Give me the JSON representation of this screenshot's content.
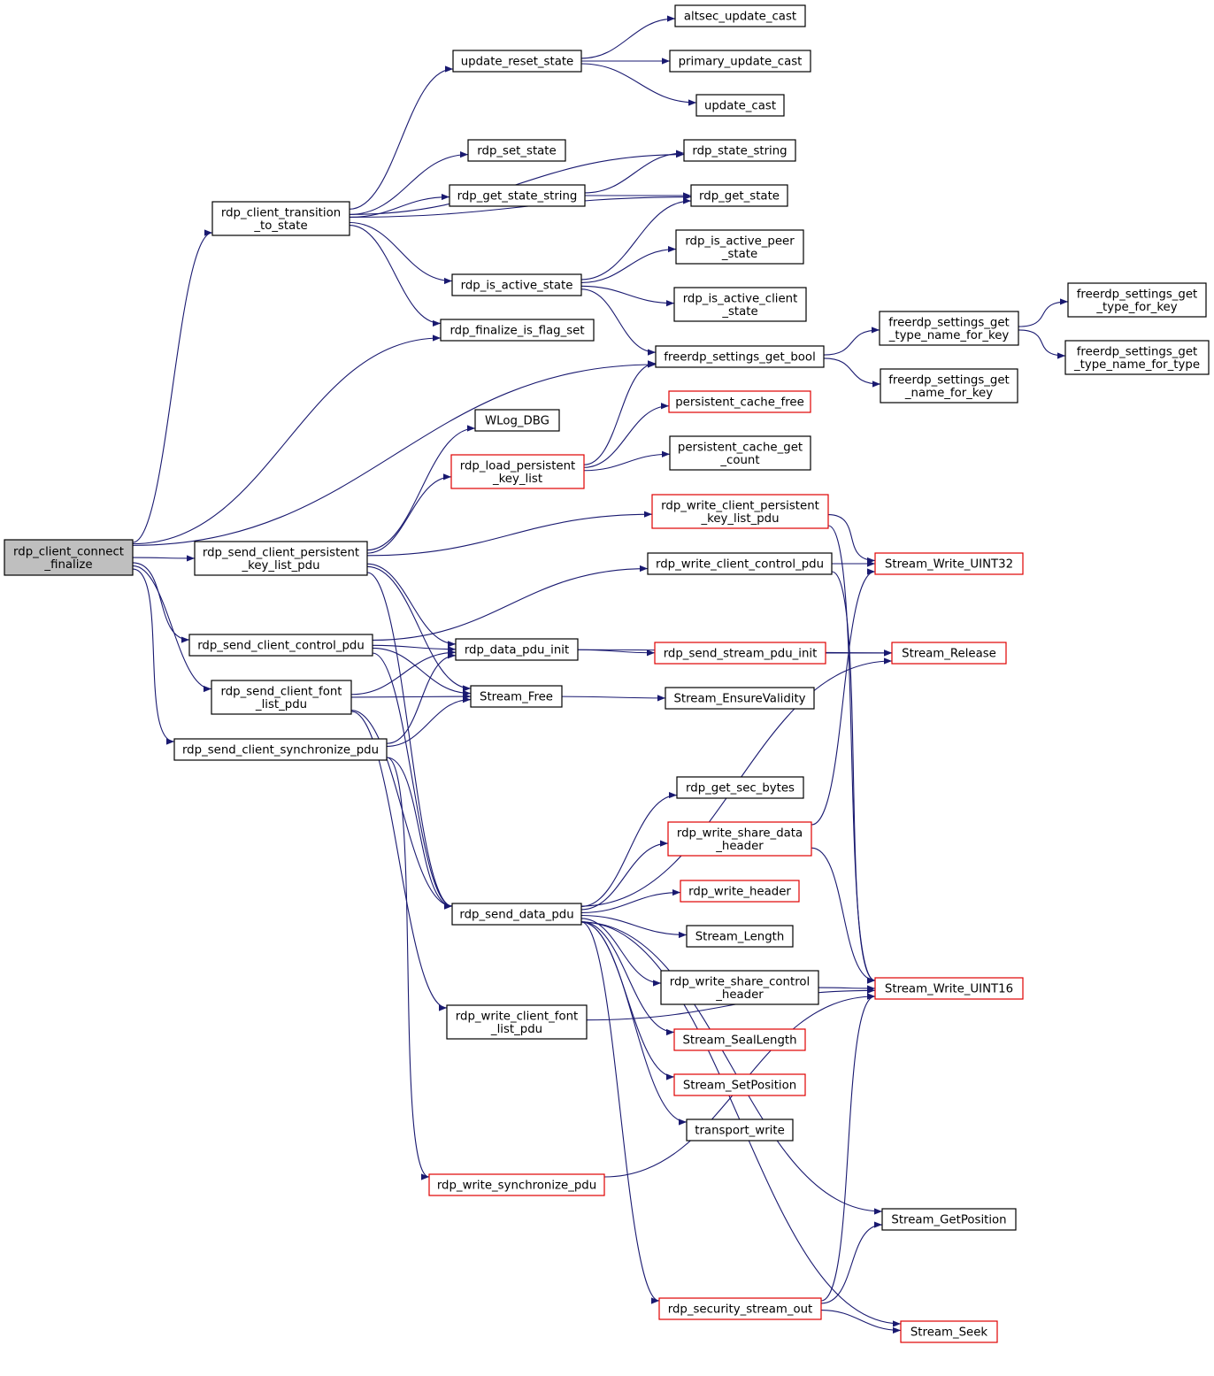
{
  "nodes": [
    {
      "id": "root",
      "lines": [
        "rdp_client_connect",
        "_finalize"
      ],
      "kind": "root"
    },
    {
      "id": "transition",
      "lines": [
        "rdp_client_transition",
        "_to_state"
      ],
      "kind": "normal"
    },
    {
      "id": "send_pkl",
      "lines": [
        "rdp_send_client_persistent",
        "_key_list_pdu"
      ],
      "kind": "normal"
    },
    {
      "id": "send_ctrl",
      "lines": [
        "rdp_send_client_control_pdu"
      ],
      "kind": "normal"
    },
    {
      "id": "send_font",
      "lines": [
        "rdp_send_client_font",
        "_list_pdu"
      ],
      "kind": "normal"
    },
    {
      "id": "send_sync",
      "lines": [
        "rdp_send_client_synchronize_pdu"
      ],
      "kind": "normal"
    },
    {
      "id": "update_reset",
      "lines": [
        "update_reset_state"
      ],
      "kind": "normal"
    },
    {
      "id": "set_state",
      "lines": [
        "rdp_set_state"
      ],
      "kind": "normal"
    },
    {
      "id": "get_state_string",
      "lines": [
        "rdp_get_state_string"
      ],
      "kind": "normal"
    },
    {
      "id": "is_active_state",
      "lines": [
        "rdp_is_active_state"
      ],
      "kind": "normal"
    },
    {
      "id": "finalize_flag",
      "lines": [
        "rdp_finalize_is_flag_set"
      ],
      "kind": "normal"
    },
    {
      "id": "wlog",
      "lines": [
        "WLog_DBG"
      ],
      "kind": "normal"
    },
    {
      "id": "load_pkl",
      "lines": [
        "rdp_load_persistent",
        "_key_list"
      ],
      "kind": "red"
    },
    {
      "id": "data_pdu_init",
      "lines": [
        "rdp_data_pdu_init"
      ],
      "kind": "normal"
    },
    {
      "id": "stream_free",
      "lines": [
        "Stream_Free"
      ],
      "kind": "normal"
    },
    {
      "id": "send_data_pdu",
      "lines": [
        "rdp_send_data_pdu"
      ],
      "kind": "normal"
    },
    {
      "id": "write_font",
      "lines": [
        "rdp_write_client_font",
        "_list_pdu"
      ],
      "kind": "normal"
    },
    {
      "id": "write_sync",
      "lines": [
        "rdp_write_synchronize_pdu"
      ],
      "kind": "red"
    },
    {
      "id": "altsec",
      "lines": [
        "altsec_update_cast"
      ],
      "kind": "normal"
    },
    {
      "id": "primary",
      "lines": [
        "primary_update_cast"
      ],
      "kind": "normal"
    },
    {
      "id": "update_cast",
      "lines": [
        "update_cast"
      ],
      "kind": "normal"
    },
    {
      "id": "state_string",
      "lines": [
        "rdp_state_string"
      ],
      "kind": "normal"
    },
    {
      "id": "get_state",
      "lines": [
        "rdp_get_state"
      ],
      "kind": "normal"
    },
    {
      "id": "active_peer",
      "lines": [
        "rdp_is_active_peer",
        "_state"
      ],
      "kind": "normal"
    },
    {
      "id": "active_client",
      "lines": [
        "rdp_is_active_client",
        "_state"
      ],
      "kind": "normal"
    },
    {
      "id": "settings_bool",
      "lines": [
        "freerdp_settings_get_bool"
      ],
      "kind": "normal"
    },
    {
      "id": "pcache_free",
      "lines": [
        "persistent_cache_free"
      ],
      "kind": "red"
    },
    {
      "id": "pcache_count",
      "lines": [
        "persistent_cache_get",
        "_count"
      ],
      "kind": "normal"
    },
    {
      "id": "write_pkl",
      "lines": [
        "rdp_write_client_persistent",
        "_key_list_pdu"
      ],
      "kind": "red"
    },
    {
      "id": "write_ctrl",
      "lines": [
        "rdp_write_client_control_pdu"
      ],
      "kind": "normal"
    },
    {
      "id": "send_stream_init",
      "lines": [
        "rdp_send_stream_pdu_init"
      ],
      "kind": "red"
    },
    {
      "id": "ensure_valid",
      "lines": [
        "Stream_EnsureValidity"
      ],
      "kind": "normal"
    },
    {
      "id": "sec_bytes",
      "lines": [
        "rdp_get_sec_bytes"
      ],
      "kind": "normal"
    },
    {
      "id": "share_data_hdr",
      "lines": [
        "rdp_write_share_data",
        "_header"
      ],
      "kind": "red"
    },
    {
      "id": "write_header",
      "lines": [
        "rdp_write_header"
      ],
      "kind": "red"
    },
    {
      "id": "stream_length",
      "lines": [
        "Stream_Length"
      ],
      "kind": "normal"
    },
    {
      "id": "share_ctrl_hdr",
      "lines": [
        "rdp_write_share_control",
        "_header"
      ],
      "kind": "normal"
    },
    {
      "id": "seal_length",
      "lines": [
        "Stream_SealLength"
      ],
      "kind": "red"
    },
    {
      "id": "set_position",
      "lines": [
        "Stream_SetPosition"
      ],
      "kind": "red"
    },
    {
      "id": "transport_write",
      "lines": [
        "transport_write"
      ],
      "kind": "normal"
    },
    {
      "id": "sec_stream_out",
      "lines": [
        "rdp_security_stream_out"
      ],
      "kind": "red"
    },
    {
      "id": "type_name_key",
      "lines": [
        "freerdp_settings_get",
        "_type_name_for_key"
      ],
      "kind": "normal"
    },
    {
      "id": "name_for_key",
      "lines": [
        "freerdp_settings_get",
        "_name_for_key"
      ],
      "kind": "normal"
    },
    {
      "id": "uint32",
      "lines": [
        "Stream_Write_UINT32"
      ],
      "kind": "red"
    },
    {
      "id": "release",
      "lines": [
        "Stream_Release"
      ],
      "kind": "red"
    },
    {
      "id": "uint16",
      "lines": [
        "Stream_Write_UINT16"
      ],
      "kind": "red"
    },
    {
      "id": "get_position",
      "lines": [
        "Stream_GetPosition"
      ],
      "kind": "normal"
    },
    {
      "id": "seek",
      "lines": [
        "Stream_Seek"
      ],
      "kind": "red"
    },
    {
      "id": "type_for_key",
      "lines": [
        "freerdp_settings_get",
        "_type_for_key"
      ],
      "kind": "normal"
    },
    {
      "id": "type_name_type",
      "lines": [
        "freerdp_settings_get",
        "_type_name_for_type"
      ],
      "kind": "normal"
    }
  ],
  "edges": [
    [
      "root",
      "transition"
    ],
    [
      "root",
      "send_pkl"
    ],
    [
      "root",
      "send_ctrl"
    ],
    [
      "root",
      "send_font"
    ],
    [
      "root",
      "send_sync"
    ],
    [
      "root",
      "finalize_flag"
    ],
    [
      "root",
      "settings_bool"
    ],
    [
      "transition",
      "update_reset"
    ],
    [
      "transition",
      "set_state"
    ],
    [
      "transition",
      "get_state_string"
    ],
    [
      "transition",
      "state_string"
    ],
    [
      "transition",
      "get_state"
    ],
    [
      "transition",
      "is_active_state"
    ],
    [
      "transition",
      "finalize_flag"
    ],
    [
      "update_reset",
      "altsec"
    ],
    [
      "update_reset",
      "primary"
    ],
    [
      "update_reset",
      "update_cast"
    ],
    [
      "get_state_string",
      "state_string"
    ],
    [
      "get_state_string",
      "get_state"
    ],
    [
      "is_active_state",
      "get_state"
    ],
    [
      "is_active_state",
      "active_peer"
    ],
    [
      "is_active_state",
      "active_client"
    ],
    [
      "is_active_state",
      "settings_bool"
    ],
    [
      "settings_bool",
      "type_name_key"
    ],
    [
      "settings_bool",
      "name_for_key"
    ],
    [
      "type_name_key",
      "type_for_key"
    ],
    [
      "type_name_key",
      "type_name_type"
    ],
    [
      "send_pkl",
      "wlog"
    ],
    [
      "send_pkl",
      "load_pkl"
    ],
    [
      "send_pkl",
      "write_pkl"
    ],
    [
      "send_pkl",
      "data_pdu_init"
    ],
    [
      "send_pkl",
      "send_data_pdu"
    ],
    [
      "send_pkl",
      "stream_free"
    ],
    [
      "load_pkl",
      "settings_bool"
    ],
    [
      "load_pkl",
      "pcache_free"
    ],
    [
      "load_pkl",
      "pcache_count"
    ],
    [
      "write_pkl",
      "uint32"
    ],
    [
      "write_pkl",
      "uint16"
    ],
    [
      "send_ctrl",
      "write_ctrl"
    ],
    [
      "send_ctrl",
      "data_pdu_init"
    ],
    [
      "send_ctrl",
      "stream_free"
    ],
    [
      "send_ctrl",
      "send_data_pdu"
    ],
    [
      "write_ctrl",
      "uint32"
    ],
    [
      "write_ctrl",
      "uint16"
    ],
    [
      "send_font",
      "data_pdu_init"
    ],
    [
      "send_font",
      "stream_free"
    ],
    [
      "send_font",
      "send_data_pdu"
    ],
    [
      "send_font",
      "write_font"
    ],
    [
      "send_sync",
      "data_pdu_init"
    ],
    [
      "send_sync",
      "stream_free"
    ],
    [
      "send_sync",
      "send_data_pdu"
    ],
    [
      "send_sync",
      "write_sync"
    ],
    [
      "data_pdu_init",
      "send_stream_init"
    ],
    [
      "data_pdu_init",
      "release"
    ],
    [
      "send_stream_init",
      "release"
    ],
    [
      "stream_free",
      "ensure_valid"
    ],
    [
      "send_data_pdu",
      "release"
    ],
    [
      "send_data_pdu",
      "sec_bytes"
    ],
    [
      "send_data_pdu",
      "share_data_hdr"
    ],
    [
      "send_data_pdu",
      "write_header"
    ],
    [
      "send_data_pdu",
      "stream_length"
    ],
    [
      "send_data_pdu",
      "share_ctrl_hdr"
    ],
    [
      "send_data_pdu",
      "seal_length"
    ],
    [
      "send_data_pdu",
      "set_position"
    ],
    [
      "send_data_pdu",
      "transport_write"
    ],
    [
      "send_data_pdu",
      "get_position"
    ],
    [
      "send_data_pdu",
      "sec_stream_out"
    ],
    [
      "send_data_pdu",
      "seek"
    ],
    [
      "share_data_hdr",
      "uint32"
    ],
    [
      "share_data_hdr",
      "uint16"
    ],
    [
      "share_ctrl_hdr",
      "uint16"
    ],
    [
      "write_font",
      "uint16"
    ],
    [
      "write_sync",
      "uint16"
    ],
    [
      "sec_stream_out",
      "get_position"
    ],
    [
      "sec_stream_out",
      "seek"
    ],
    [
      "sec_stream_out",
      "uint16"
    ]
  ]
}
